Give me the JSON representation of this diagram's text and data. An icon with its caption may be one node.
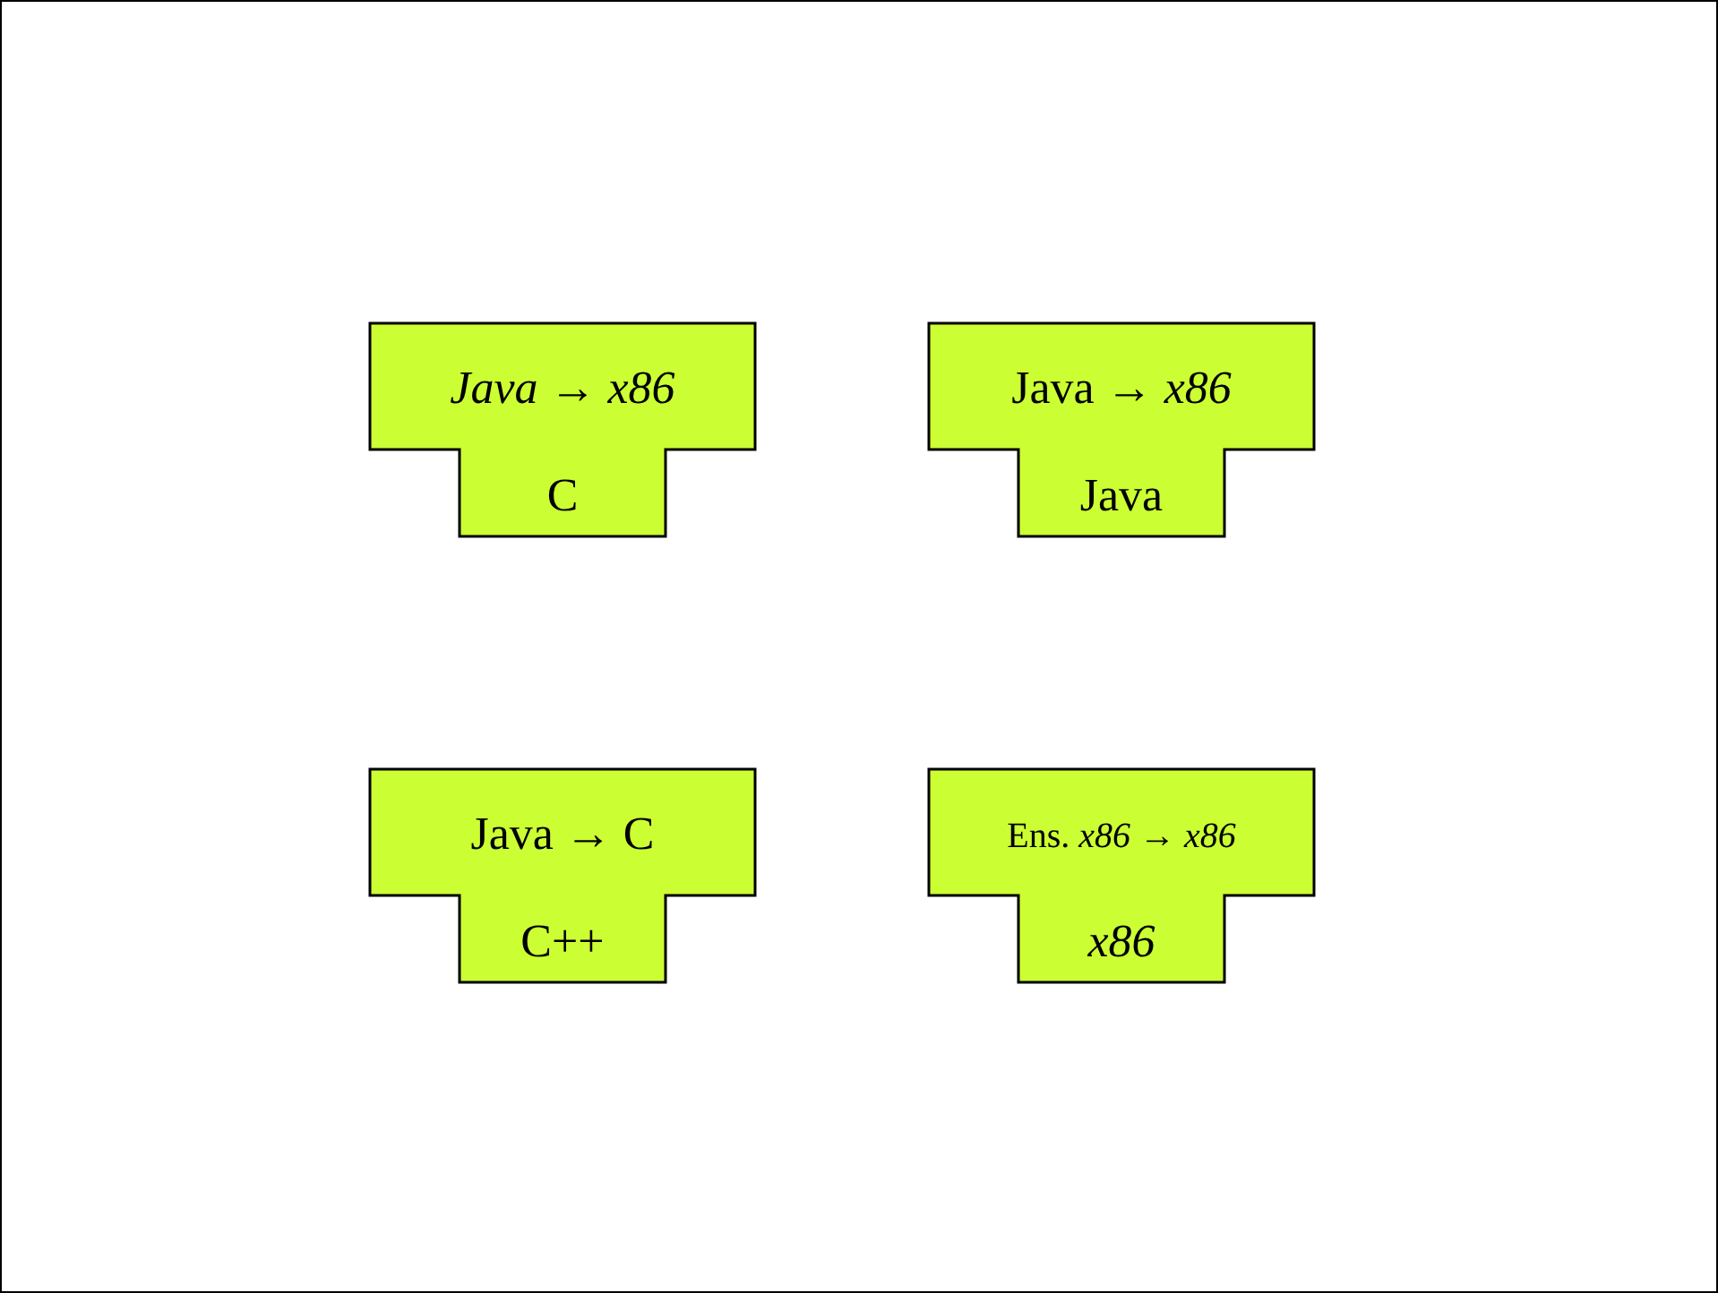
{
  "diagram": {
    "nodes": [
      {
        "text": [
          "*Java* → *x86*",
          "C"
        ]
      },
      {
        "text": [
          "Java → *x86*",
          "Java"
        ]
      },
      {
        "text": [
          "Java → C",
          "C++"
        ]
      },
      {
        "text": [
          "Ens. *x86* → *x86*",
          "*x86*"
        ]
      }
    ]
  }
}
